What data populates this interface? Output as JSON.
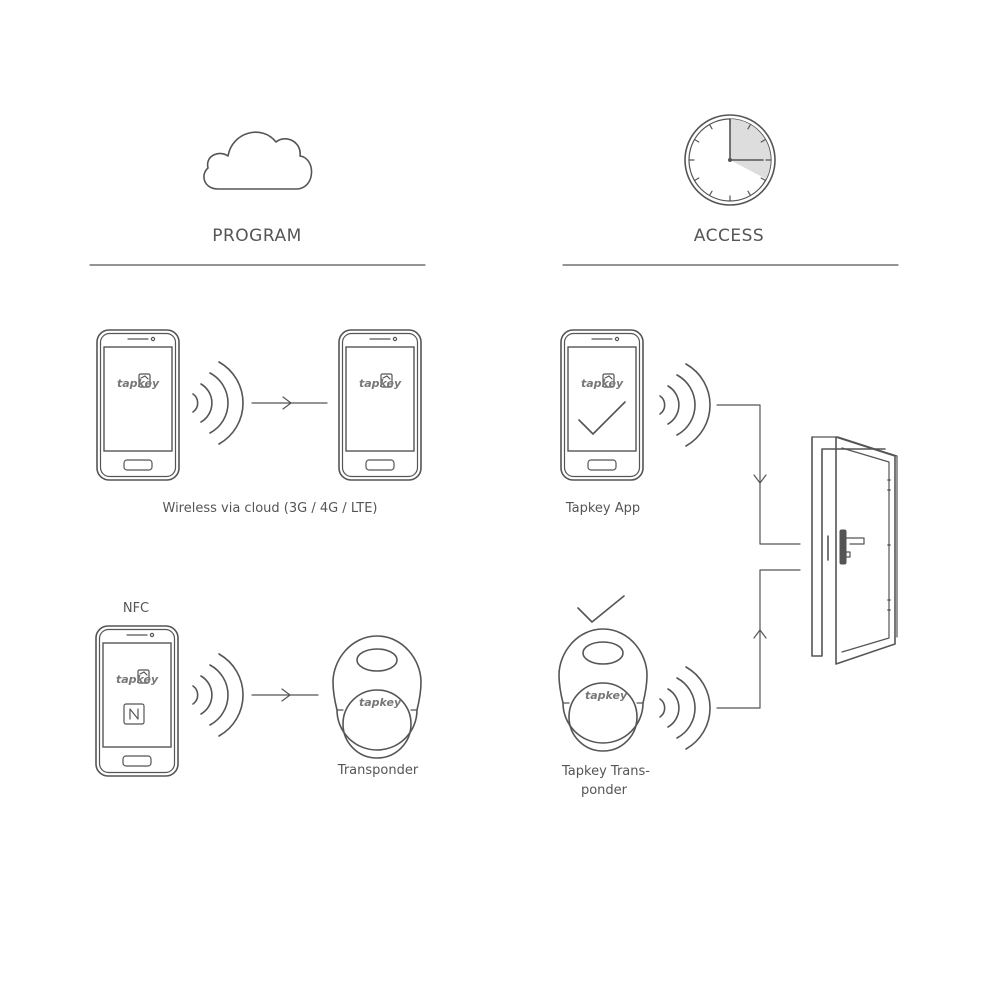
{
  "headings": {
    "program": "PROGRAM",
    "access": "ACCESS"
  },
  "labels": {
    "wireless": "Wireless via cloud (3G / 4G / LTE)",
    "nfc": "NFC",
    "transponder": "Transponder",
    "tapkey_app": "Tapkey App",
    "tapkey_transponder_line1": "Tapkey Trans-",
    "tapkey_transponder_line2": "ponder"
  },
  "logo": {
    "text": "tapkey"
  },
  "icons": {
    "cloud": "cloud-icon",
    "clock": "clock-icon",
    "phone": "smartphone-icon",
    "signal": "wireless-signal-icon",
    "nfc": "nfc-icon",
    "check": "checkmark-icon",
    "keyfob": "key-fob-icon",
    "door": "door-icon"
  },
  "colors": {
    "line": "#555555",
    "clock_shade": "#dddddd"
  }
}
